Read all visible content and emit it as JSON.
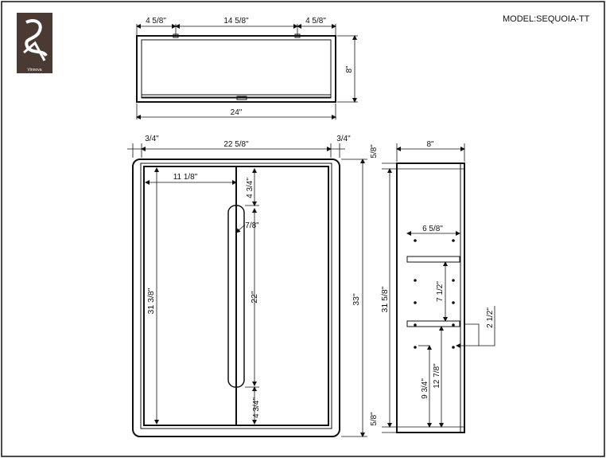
{
  "model": "MODEL:SEQUOIA-TT",
  "logo": {
    "name": "brand-logo",
    "caption": "Vinnova"
  },
  "colors": {
    "line": "#111111",
    "logo_bg": "#4a3a33"
  },
  "top_view": {
    "left_offset": "4 5/8\"",
    "middle_span": "14 5/8\"",
    "right_offset": "4 5/8\"",
    "width": "24\"",
    "depth": "8\""
  },
  "front_view": {
    "left_trim": "3/4\"",
    "inner_width": "22 5/8\"",
    "right_trim": "3/4\"",
    "handle_offset_x": "11 1/8\"",
    "handle_top_offset": "4 3/4\"",
    "handle_width": "7/8\"",
    "handle_length": "22\"",
    "handle_bottom_offset": "4 3/4\"",
    "inner_height": "31 3/8\"",
    "overall_height": "33\""
  },
  "side_view": {
    "depth": "8\"",
    "top_thickness": "5/8\"",
    "bottom_thickness": "5/8\"",
    "inner_height": "31 5/8\"",
    "shelf_depth": "6 5/8\"",
    "shelf_spacing": "7 1/2\"",
    "shelf_setback": "2 1/2\"",
    "lower_height": "12 7/8\"",
    "lower_shelf_height": "9 3/4\""
  }
}
